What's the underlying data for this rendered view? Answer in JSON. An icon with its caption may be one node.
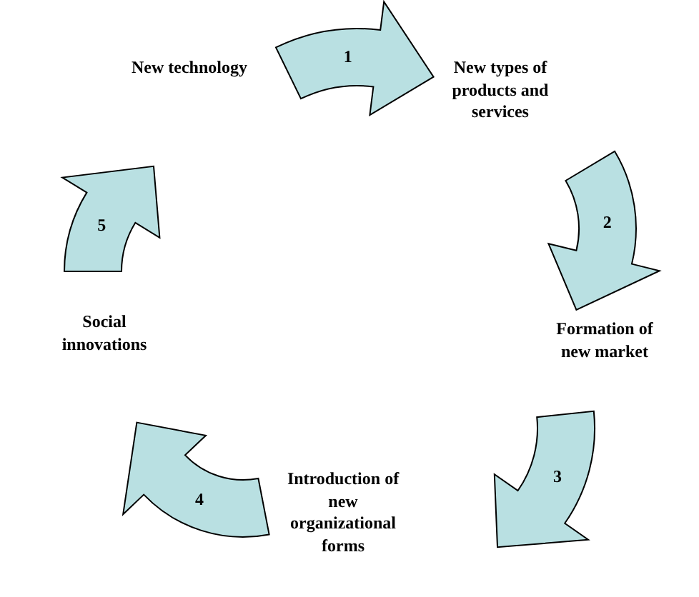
{
  "diagram": {
    "nodes": [
      {
        "text": [
          "New technology"
        ]
      },
      {
        "text": [
          "New types of products and services"
        ]
      },
      {
        "text": [
          "Formation of new market"
        ]
      },
      {
        "text": [
          "Introduction of new organizational forms"
        ]
      },
      {
        "text": [
          "Social innovations"
        ]
      }
    ],
    "edges": [
      {
        "from": 0,
        "to": 1,
        "arrow": "to",
        "label": "1",
        "style": "thick"
      },
      {
        "from": 1,
        "to": 2,
        "arrow": "to",
        "label": "2",
        "style": "thick"
      },
      {
        "from": 2,
        "to": 3,
        "arrow": "to",
        "label": "3",
        "style": "thick"
      },
      {
        "from": 3,
        "to": 4,
        "arrow": "to",
        "label": "4",
        "style": "thick"
      },
      {
        "from": 4,
        "to": 0,
        "arrow": "to",
        "label": "5",
        "style": "thick"
      }
    ]
  }
}
